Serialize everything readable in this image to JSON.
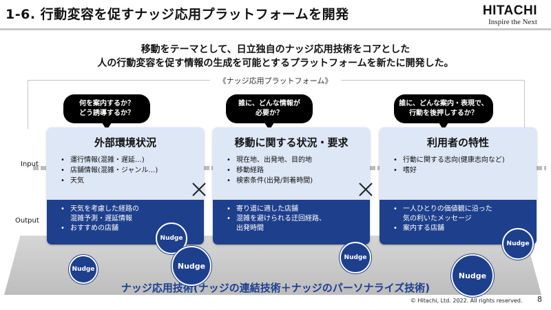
{
  "header": {
    "title": "1-6. 行動変容を促すナッジ応用プラットフォームを開発",
    "logo_word": "HITACHI",
    "logo_tagline": "Inspire the Next"
  },
  "lead": {
    "line1": "移動をテーマとして、日立独自のナッジ応用技術をコアとした",
    "line2": "人の行動変容を促す情報の生成を可能とするプラットフォームを新たに開発した。"
  },
  "platform_caption": "《ナッジ応用プラットフォーム》",
  "bubbles": [
    "何を案内するか？\nどう誘導するか？",
    "誰に、どんな情報が\n必要か？",
    "誰に、どんな案内・表現で、\n行動を後押しするか？"
  ],
  "side_labels": {
    "input": "Input",
    "output": "Output"
  },
  "cards": [
    {
      "title": "外部環境状況",
      "inputs": [
        "運行情報(混雑・遅延…)",
        "店舗情報(混雑・ジャンル…)",
        "天気"
      ],
      "outputs": [
        "天気を考慮した経路の\n混雑予測・遅延情報",
        "おすすめの店舗"
      ]
    },
    {
      "title": "移動に関する状況・要求",
      "inputs": [
        "現在地、出発地、目的地",
        "移動経路",
        "検索条件(出発/到着時間)"
      ],
      "outputs": [
        "寄り道に適した店舗",
        "混雑を避けられる迂回経路、\n出発時間"
      ]
    },
    {
      "title": "利用者の特性",
      "inputs": [
        "行動に関する志向(健康志向など)",
        "嗜好"
      ],
      "outputs": [
        "一人ひとりの価値観に沿った\n気の利いたメッセージ",
        "案内する店舗"
      ]
    }
  ],
  "nudge_label": "Nudge",
  "core_technology": "ナッジ応用技術(ナッジの連結技術＋ナッジのパーソナライズ技術)",
  "footer": {
    "copyright": "© Hitachi, Ltd. 2022. All rights reserved.",
    "page_number": "8"
  },
  "colors": {
    "navy": "#1d3f8c",
    "light_blue": "#dde7f6",
    "platform_grey": "#c9c9c9",
    "text_blue": "#1b3f8f"
  },
  "icons": [
    "cross-icon",
    "chain-icon"
  ]
}
